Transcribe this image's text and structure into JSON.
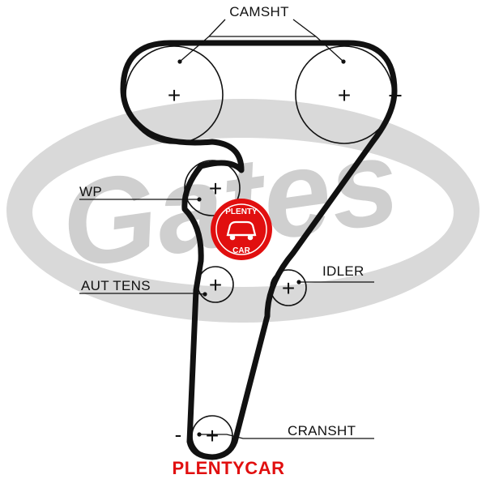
{
  "labels": {
    "camshaft": "CAMSHT",
    "water_pump": "WP",
    "auto_tensioner": "AUT TENS",
    "idler": "IDLER",
    "crankshaft": "CRANSHT"
  },
  "signs": {
    "camshaft_right_minus": "--",
    "crankshaft_left_minus": "-",
    "pulley_center": "+"
  },
  "watermark": {
    "background_logo_text": "Gates",
    "badge_top": "PLENTY",
    "badge_bottom": "CAR",
    "footer": "PLENTYCAR",
    "color_red": "#e10f0f",
    "color_grey": "#cfcfcf"
  }
}
